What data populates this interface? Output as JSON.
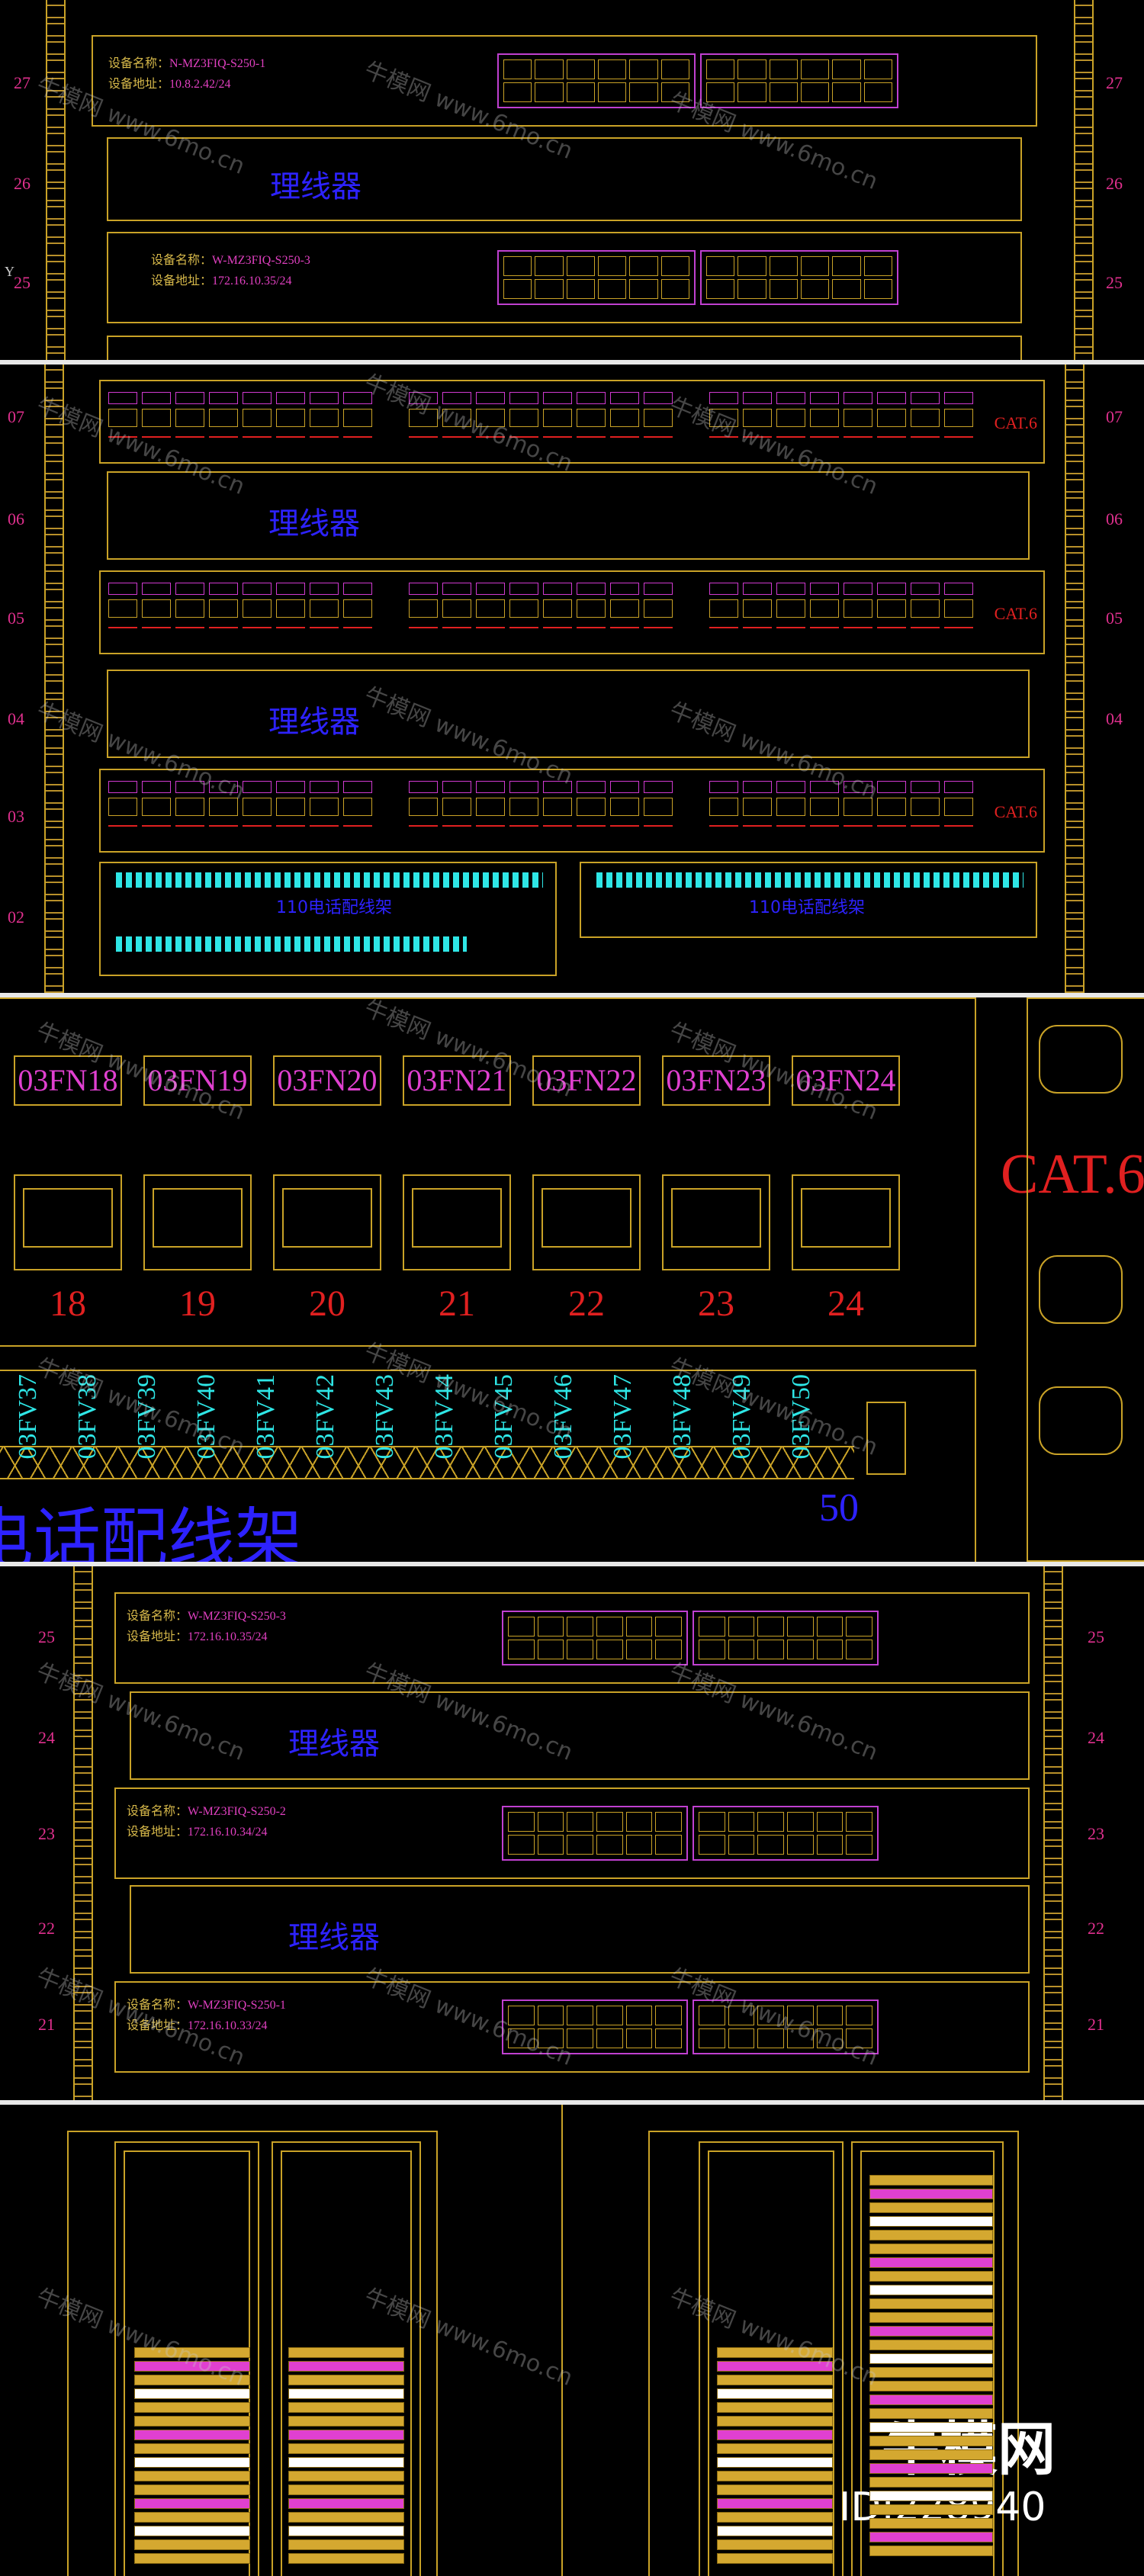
{
  "panel1": {
    "unit_numbers": [
      "27",
      "26",
      "25"
    ],
    "devices": [
      {
        "name_label": "设备名称：",
        "name_value": "N-MZ3FIQ-S250-1",
        "addr_label": "设备地址：",
        "addr_value": "10.8.2.42/24"
      },
      {
        "name_label": "设备名称：",
        "name_value": "W-MZ3FIQ-S250-3",
        "addr_label": "设备地址：",
        "addr_value": "172.16.10.35/24"
      }
    ],
    "cable_manager": "理线器",
    "y_axis": "Y"
  },
  "panel2": {
    "unit_numbers": [
      "07",
      "06",
      "05",
      "04",
      "03",
      "02"
    ],
    "cable_manager": "理线器",
    "cat_label": "CAT.6",
    "dist_frame": "110电话配线架"
  },
  "panel3": {
    "fn_labels": [
      "03FN18",
      "03FN19",
      "03FN20",
      "03FN21",
      "03FN22",
      "03FN23",
      "03FN24"
    ],
    "jack_numbers": [
      "18",
      "19",
      "20",
      "21",
      "22",
      "23",
      "24"
    ],
    "cat_label": "CAT.6",
    "fv_labels": [
      "03FV37",
      "03FV38",
      "03FV39",
      "03FV40",
      "03FV41",
      "03FV42",
      "03FV43",
      "03FV44",
      "03FV45",
      "03FV46",
      "03FV47",
      "03FV48",
      "03FV49",
      "03FV50"
    ],
    "frame_text": "电话配线架",
    "count": "50"
  },
  "panel4": {
    "unit_numbers": [
      "25",
      "24",
      "23",
      "22",
      "21"
    ],
    "devices": [
      {
        "name_label": "设备名称：",
        "name_value": "W-MZ3FIQ-S250-3",
        "addr_label": "设备地址：",
        "addr_value": "172.16.10.35/24"
      },
      {
        "name_label": "设备名称：",
        "name_value": "W-MZ3FIQ-S250-2",
        "addr_label": "设备地址：",
        "addr_value": "172.16.10.34/24"
      },
      {
        "name_label": "设备名称：",
        "name_value": "W-MZ3FIQ-S250-1",
        "addr_label": "设备地址：",
        "addr_value": "172.16.10.33/24"
      }
    ],
    "cable_manager": "理线器"
  },
  "brand": {
    "name": "牛模网",
    "id": "ID:228940"
  },
  "watermark": {
    "site": "www.6mo.cn",
    "name": "牛模网"
  },
  "colors": {
    "gold": "#c9a227",
    "magenta": "#e040d0",
    "blue": "#2d22ff",
    "red": "#e02020",
    "cyan": "#2ee6e6"
  }
}
